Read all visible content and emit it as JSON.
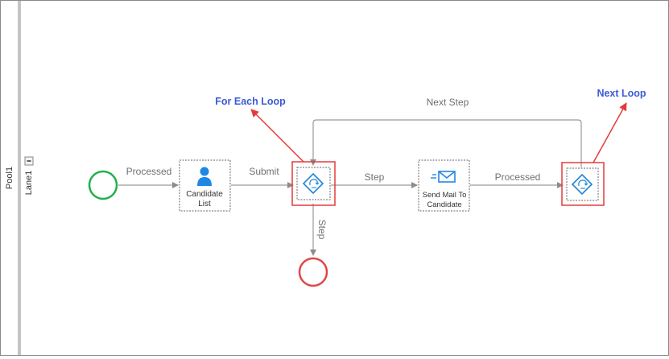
{
  "pool": {
    "label": "Pool1"
  },
  "lane": {
    "label": "Lane1",
    "collapse_symbol": "−"
  },
  "edges": {
    "processed_1": "Processed",
    "submit": "Submit",
    "step_right": "Step",
    "step_down": "Step",
    "processed_2": "Processed",
    "next_step": "Next Step"
  },
  "tasks": {
    "candidate_list": {
      "line1": "Candidate",
      "line2": "List",
      "icon": "user-icon"
    },
    "send_mail": {
      "line1": "Send Mail To",
      "line2": "Candidate",
      "icon": "mail-icon"
    }
  },
  "gateways": {
    "for_each": {
      "icon": "loop-gateway-icon"
    },
    "next_loop": {
      "icon": "loop-gateway-icon"
    }
  },
  "annotations": {
    "for_each_loop": "For Each Loop",
    "next_loop": "Next Loop"
  },
  "colors": {
    "start_event": "#22b14c",
    "end_event": "#e04848",
    "annotation_text": "#3b5bd6",
    "annotation_arrow": "#e53a3a",
    "gateway_icon": "#1f86d6",
    "edge": "#9a9a9a"
  }
}
